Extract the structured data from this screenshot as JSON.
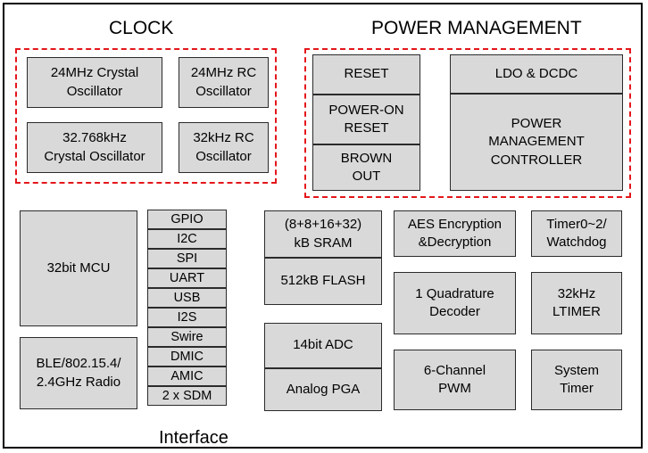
{
  "clock": {
    "title": "CLOCK",
    "crystal_24m": "24MHz Crystal\nOscillator",
    "rc_24m": "24MHz RC\nOscillator",
    "crystal_32k": "32.768kHz\nCrystal Oscillator",
    "rc_32k": "32kHz RC\nOscillator"
  },
  "power": {
    "title": "POWER MANAGEMENT",
    "reset": "RESET",
    "power_on_reset": "POWER-ON\nRESET",
    "brown_out": "BROWN\nOUT",
    "ldo_dcdc": "LDO & DCDC",
    "controller": "POWER\nMANAGEMENT\nCONTROLLER"
  },
  "core": {
    "mcu": "32bit MCU",
    "radio": "BLE/802.15.4/\n2.4GHz Radio"
  },
  "interface": {
    "label": "Interface",
    "items": [
      "GPIO",
      "I2C",
      "SPI",
      "UART",
      "USB",
      "I2S",
      "Swire",
      "DMIC",
      "AMIC",
      "2 x SDM"
    ]
  },
  "memory": {
    "sram": "(8+8+16+32)\nkB SRAM",
    "flash": "512kB FLASH",
    "adc": "14bit ADC",
    "pga": "Analog PGA"
  },
  "peripherals": {
    "aes": "AES Encryption\n&Decryption",
    "timer": "Timer0~2/\nWatchdog",
    "quadrature": "1 Quadrature\nDecoder",
    "ltimer": "32kHz\nLTIMER",
    "pwm": "6-Channel\nPWM",
    "system_timer": "System\nTimer"
  }
}
